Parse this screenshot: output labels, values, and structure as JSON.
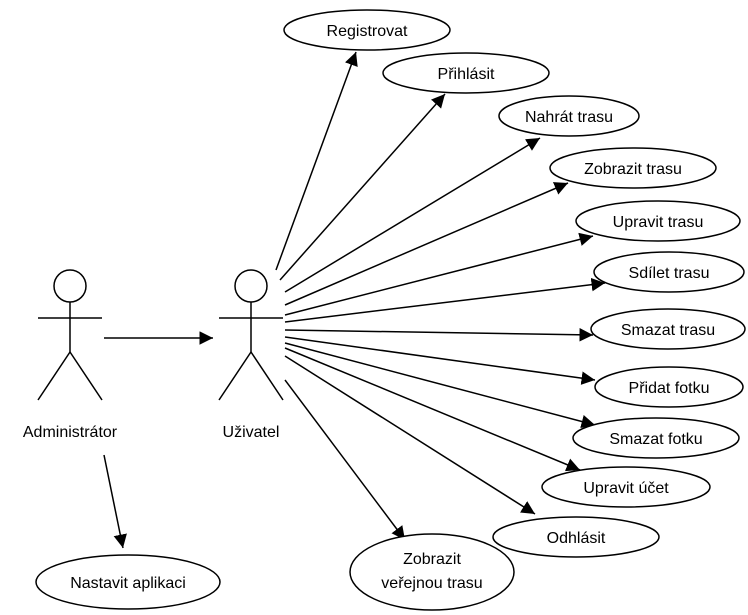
{
  "actors": {
    "administrator": "Administrátor",
    "user": "Uživatel"
  },
  "use_cases": {
    "registrovat": "Registrovat",
    "prihlasit": "Přihlásit",
    "nahrat_trasu": "Nahrát trasu",
    "zobrazit_trasu": "Zobrazit trasu",
    "upravit_trasu": "Upravit trasu",
    "sdilet_trasu": "Sdílet trasu",
    "smazat_trasu": "Smazat trasu",
    "pridat_fotku": "Přidat fotku",
    "smazat_fotku": "Smazat fotku",
    "upravit_ucet": "Upravit účet",
    "odhlasit": "Odhlásit",
    "zobrazit_verejnou_trasu_1": "Zobrazit",
    "zobrazit_verejnou_trasu_2": "veřejnou trasu",
    "nastavit_aplikaci": "Nastavit aplikaci"
  }
}
